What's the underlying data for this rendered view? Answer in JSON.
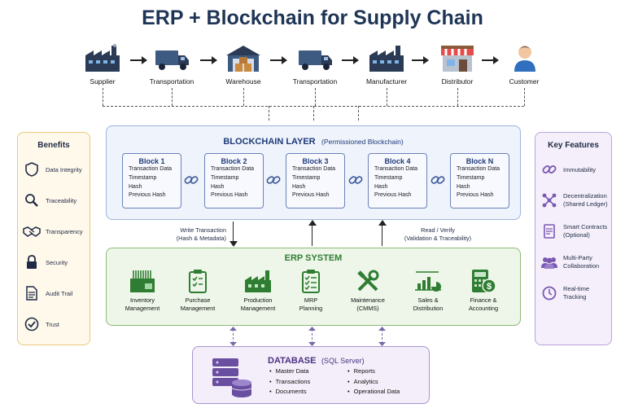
{
  "title": "ERP + Blockchain for Supply Chain",
  "supply_chain": [
    {
      "label": "Supplier",
      "icon": "factory-icon"
    },
    {
      "label": "Transportation",
      "icon": "truck-icon"
    },
    {
      "label": "Warehouse",
      "icon": "warehouse-icon"
    },
    {
      "label": "Transportation",
      "icon": "truck-icon"
    },
    {
      "label": "Manufacturer",
      "icon": "factory-icon"
    },
    {
      "label": "Distributor",
      "icon": "store-icon"
    },
    {
      "label": "Customer",
      "icon": "customer-icon"
    }
  ],
  "benefits": {
    "title": "Benefits",
    "items": [
      {
        "label": "Data Integrity",
        "icon": "shield-icon"
      },
      {
        "label": "Traceability",
        "icon": "magnifier-icon"
      },
      {
        "label": "Transparency",
        "icon": "handshake-icon"
      },
      {
        "label": "Security",
        "icon": "lock-icon"
      },
      {
        "label": "Audit Trail",
        "icon": "document-icon"
      },
      {
        "label": "Trust",
        "icon": "check-circle-icon"
      }
    ]
  },
  "key_features": {
    "title": "Key Features",
    "items": [
      {
        "label": "Immutability",
        "icon": "link-icon"
      },
      {
        "label": "Decentralization\n(Shared Ledger)",
        "icon": "network-icon"
      },
      {
        "label": "Smart Contracts\n(Optional)",
        "icon": "contract-icon"
      },
      {
        "label": "Multi-Party\nCollaboration",
        "icon": "people-icon"
      },
      {
        "label": "Real-time\nTracking",
        "icon": "clock-icon"
      }
    ]
  },
  "blockchain": {
    "title": "BLOCKCHAIN LAYER",
    "subtitle": "(Permissioned Blockchain)",
    "blocks": [
      {
        "name": "Block 1",
        "fields": [
          "Transaction Data",
          "Timestamp",
          "Hash",
          "Previous Hash"
        ]
      },
      {
        "name": "Block 2",
        "fields": [
          "Transaction Data",
          "Timestamp",
          "Hash",
          "Previous Hash"
        ]
      },
      {
        "name": "Block 3",
        "fields": [
          "Transaction Data",
          "Timestamp",
          "Hash",
          "Previous Hash"
        ]
      },
      {
        "name": "Block 4",
        "fields": [
          "Transaction Data",
          "Timestamp",
          "Hash",
          "Previous Hash"
        ]
      },
      {
        "name": "Block N",
        "fields": [
          "Transaction Data",
          "Timestamp",
          "Hash",
          "Previous Hash"
        ]
      }
    ]
  },
  "write_transaction": {
    "line1": "Write Transaction",
    "line2": "(Hash & Metadata)"
  },
  "read_verify": {
    "line1": "Read / Verify",
    "line2": "(Validation & Traceability)"
  },
  "erp": {
    "title": "ERP SYSTEM",
    "modules": [
      {
        "label": "Inventory\nManagement",
        "icon": "inventory-icon"
      },
      {
        "label": "Purchase\nManagement",
        "icon": "clipboard-icon"
      },
      {
        "label": "Production\nManagement",
        "icon": "factory-icon"
      },
      {
        "label": "MRP\nPlanning",
        "icon": "checklist-icon"
      },
      {
        "label": "Maintenance\n(CMMS)",
        "icon": "tools-icon"
      },
      {
        "label": "Sales &\nDistribution",
        "icon": "chart-icon"
      },
      {
        "label": "Finance &\nAccounting",
        "icon": "calculator-icon"
      }
    ]
  },
  "database": {
    "title": "DATABASE",
    "subtitle": "(SQL Server)",
    "items_left": [
      "Master Data",
      "Transactions",
      "Documents"
    ],
    "items_right": [
      "Reports",
      "Analytics",
      "Operational Data"
    ]
  },
  "colors": {
    "title": "#1e3556",
    "blockchain_bg": "#eef3fc",
    "blockchain_border": "#9fb4dd",
    "erp_bg": "#eef6e9",
    "erp_border": "#8dbb74",
    "erp_green": "#2f7d32",
    "db_bg": "#f3eef9",
    "db_purple": "#6a4fa0",
    "benefits_bg": "#fff9ec",
    "benefits_border": "#e9c87c",
    "features_bg": "#f4effa",
    "features_border": "#b9a6d8"
  }
}
